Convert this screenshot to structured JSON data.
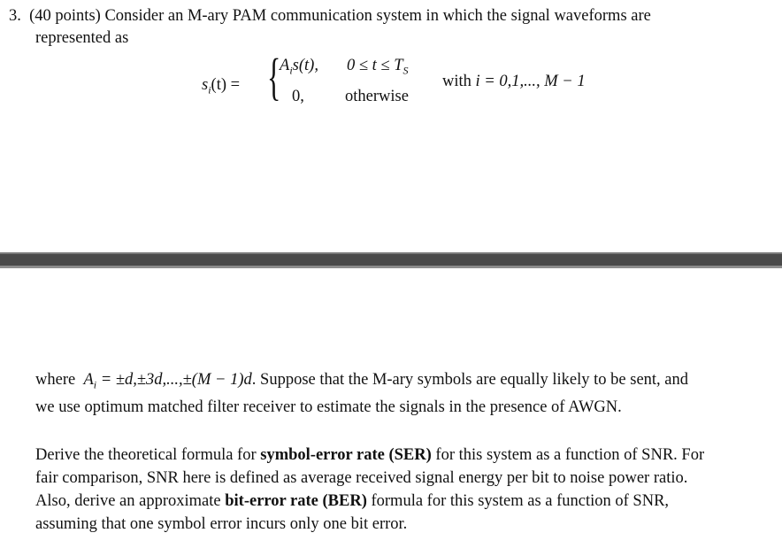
{
  "problem": {
    "number": "3.",
    "points": "(40 points)",
    "intro_line1": "Consider an M-ary PAM communication system in which the signal waveforms are",
    "intro_line2": "represented as"
  },
  "equation": {
    "lhs": "s",
    "lhs_sub": "i",
    "lhs_arg": "(t) =",
    "case1_expr": "A",
    "case1_sub": "i",
    "case1_rest": "s(t),",
    "case1_cond": "0 ≤ t ≤ T",
    "case1_cond_sub": "S",
    "case2_expr": "0,",
    "case2_cond": "otherwise",
    "with_text": "with",
    "with_expr": "i = 0,1,..., M − 1"
  },
  "paragraph2": {
    "where": "where",
    "amp_sym": "A",
    "amp_sub": "i",
    "amp_values": " = ±d,±3d,...,±(M − 1)d",
    "line1_rest": ". Suppose that the M-ary symbols are equally likely to be sent, and",
    "line2": "we use optimum matched filter receiver to estimate the signals in the presence of AWGN."
  },
  "paragraph3": {
    "line1_pre": "Derive the theoretical formula for ",
    "ser_bold": "symbol-error rate (SER)",
    "line1_post": " for this system as a function of SNR. For",
    "line2": "fair comparison, SNR here is defined as average received signal energy per bit to noise power ratio.",
    "line3_pre": "Also, derive an approximate ",
    "ber_bold": "bit-error rate (BER)",
    "line3_post": " formula for this system as a function of SNR,",
    "line4": "assuming that one symbol error incurs only one bit error."
  }
}
